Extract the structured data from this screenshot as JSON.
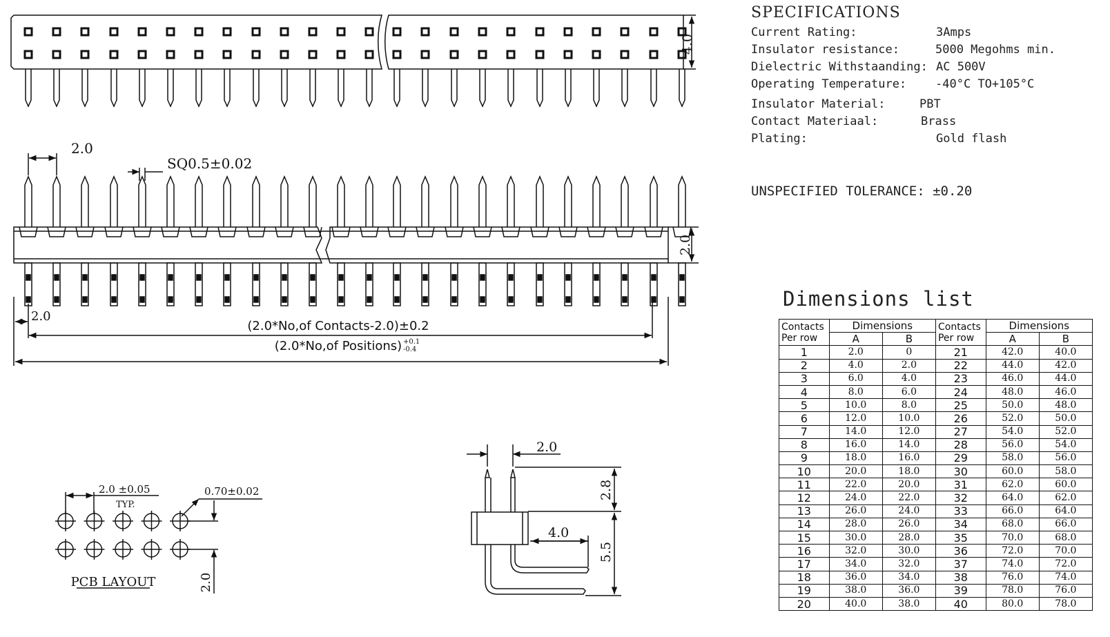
{
  "specifications": {
    "title": "SPECIFICATIONS",
    "rows": [
      {
        "label": "Current Rating:",
        "value": "3Amps"
      },
      {
        "label": "Insulator resistance:",
        "value": "5000 Megohms min."
      },
      {
        "label": "Dielectric Withstaanding:",
        "value": "AC 500V"
      },
      {
        "label": "Operating Temperature:",
        "value": "-40°C TO+105°C"
      },
      {
        "label": "Insulator Material:",
        "value": "PBT"
      },
      {
        "label": "Contact Materiaal:",
        "value": "Brass"
      },
      {
        "label": "Plating:",
        "value": "Gold flash"
      }
    ],
    "tolerance": "UNSPECIFIED TOLERANCE: ±0.20"
  },
  "dimensions_list": {
    "title": "Dimensions list",
    "header": {
      "contacts_per_row": "Contacts Per row",
      "dimensions": "Dimensions",
      "col_a": "A",
      "col_b": "B"
    },
    "rows": [
      {
        "n": "1",
        "a": "2.0",
        "b": "0",
        "n2": "21",
        "a2": "42.0",
        "b2": "40.0"
      },
      {
        "n": "2",
        "a": "4.0",
        "b": "2.0",
        "n2": "22",
        "a2": "44.0",
        "b2": "42.0"
      },
      {
        "n": "3",
        "a": "6.0",
        "b": "4.0",
        "n2": "23",
        "a2": "46.0",
        "b2": "44.0"
      },
      {
        "n": "4",
        "a": "8.0",
        "b": "6.0",
        "n2": "24",
        "a2": "48.0",
        "b2": "46.0"
      },
      {
        "n": "5",
        "a": "10.0",
        "b": "8.0",
        "n2": "25",
        "a2": "50.0",
        "b2": "48.0"
      },
      {
        "n": "6",
        "a": "12.0",
        "b": "10.0",
        "n2": "26",
        "a2": "52.0",
        "b2": "50.0"
      },
      {
        "n": "7",
        "a": "14.0",
        "b": "12.0",
        "n2": "27",
        "a2": "54.0",
        "b2": "52.0"
      },
      {
        "n": "8",
        "a": "16.0",
        "b": "14.0",
        "n2": "28",
        "a2": "56.0",
        "b2": "54.0"
      },
      {
        "n": "9",
        "a": "18.0",
        "b": "16.0",
        "n2": "29",
        "a2": "58.0",
        "b2": "56.0"
      },
      {
        "n": "10",
        "a": "20.0",
        "b": "18.0",
        "n2": "30",
        "a2": "60.0",
        "b2": "58.0"
      },
      {
        "n": "11",
        "a": "22.0",
        "b": "20.0",
        "n2": "31",
        "a2": "62.0",
        "b2": "60.0"
      },
      {
        "n": "12",
        "a": "24.0",
        "b": "22.0",
        "n2": "32",
        "a2": "64.0",
        "b2": "62.0"
      },
      {
        "n": "13",
        "a": "26.0",
        "b": "24.0",
        "n2": "33",
        "a2": "66.0",
        "b2": "64.0"
      },
      {
        "n": "14",
        "a": "28.0",
        "b": "26.0",
        "n2": "34",
        "a2": "68.0",
        "b2": "66.0"
      },
      {
        "n": "15",
        "a": "30.0",
        "b": "28.0",
        "n2": "35",
        "a2": "70.0",
        "b2": "68.0"
      },
      {
        "n": "16",
        "a": "32.0",
        "b": "30.0",
        "n2": "36",
        "a2": "72.0",
        "b2": "70.0"
      },
      {
        "n": "17",
        "a": "34.0",
        "b": "32.0",
        "n2": "37",
        "a2": "74.0",
        "b2": "72.0"
      },
      {
        "n": "18",
        "a": "36.0",
        "b": "34.0",
        "n2": "38",
        "a2": "76.0",
        "b2": "74.0"
      },
      {
        "n": "19",
        "a": "38.0",
        "b": "36.0",
        "n2": "39",
        "a2": "78.0",
        "b2": "76.0"
      },
      {
        "n": "20",
        "a": "40.0",
        "b": "38.0",
        "n2": "40",
        "a2": "80.0",
        "b2": "78.0"
      }
    ]
  },
  "drawing_labels": {
    "height_top": "4.0",
    "pitch": "2.0",
    "pin_size": "SQ0.5±0.02",
    "body_height": "2.0",
    "pin_offset": "2.0",
    "formula_contacts": "(2.0*No,of Contacts-2.0)±0.2",
    "formula_positions": "(2.0*No,of Positions)",
    "positions_tol_plus": "+0.1",
    "positions_tol_minus": "-0.4",
    "pcb_pitch": "2.0 ±0.05",
    "pcb_typ": "TYP.",
    "pcb_hole": "0.70±0.02",
    "pcb_row": "2.0",
    "pcb_caption": "PCB LAYOUT",
    "side_pitch": "2.0",
    "side_top": "2.8",
    "side_row": "4.0",
    "side_down": "5.5"
  }
}
